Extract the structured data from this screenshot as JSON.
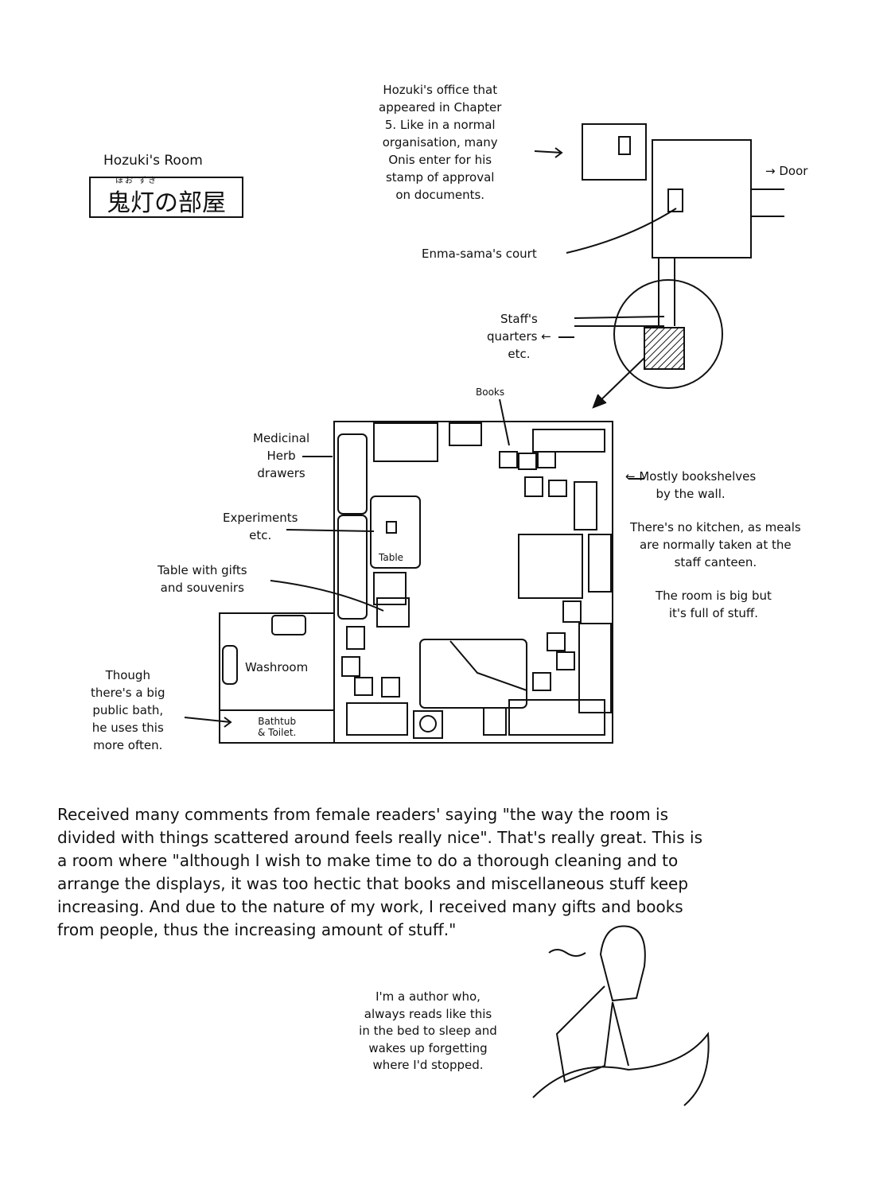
{
  "title": {
    "english": "Hozuki's Room",
    "japanese": "鬼灯の部屋",
    "ruby": "ほお ずき"
  },
  "labels": {
    "office": "Hozuki's office that\nappeared in Chapter\n5. Like in a normal\norganisation, many\nOnis enter for his\nstamp of approval\non documents.",
    "door": "→ Door",
    "court": "Enma-sama's court",
    "staff": "Staff's\nquarters ←\netc.",
    "books": "Books",
    "herb": "Medicinal\nHerb\ndrawers",
    "experiments": "Experiments\netc.",
    "table": "Table",
    "gifts": "Table with gifts\nand souvenirs",
    "washroom": "Washroom",
    "bathtub": "Bathtub\n& Toilet.",
    "public_bath": "Though\nthere's a big\npublic bath,\nhe uses this\nmore often.",
    "bookshelves": "← Mostly bookshelves\nby the wall.",
    "kitchen": "There's no kitchen, as meals\nare normally taken at the\nstaff canteen.",
    "big_room": "The room is big but\nit's full of stuff."
  },
  "comment": "Received many comments from female readers' saying \"the way the room is\ndivided with things scattered around feels really nice\". That's really great. This is\na room where \"although I wish to make time to do a thorough cleaning and to\narrange the displays, it was too hectic that books and miscellaneous stuff keep\nincreasing. And due to the nature of my work, I received many gifts and books\nfrom people, thus the increasing amount of stuff.\"",
  "author_note": "I'm a author who,\nalways reads like this\nin the bed to sleep and\nwakes up forgetting\nwhere I'd stopped."
}
